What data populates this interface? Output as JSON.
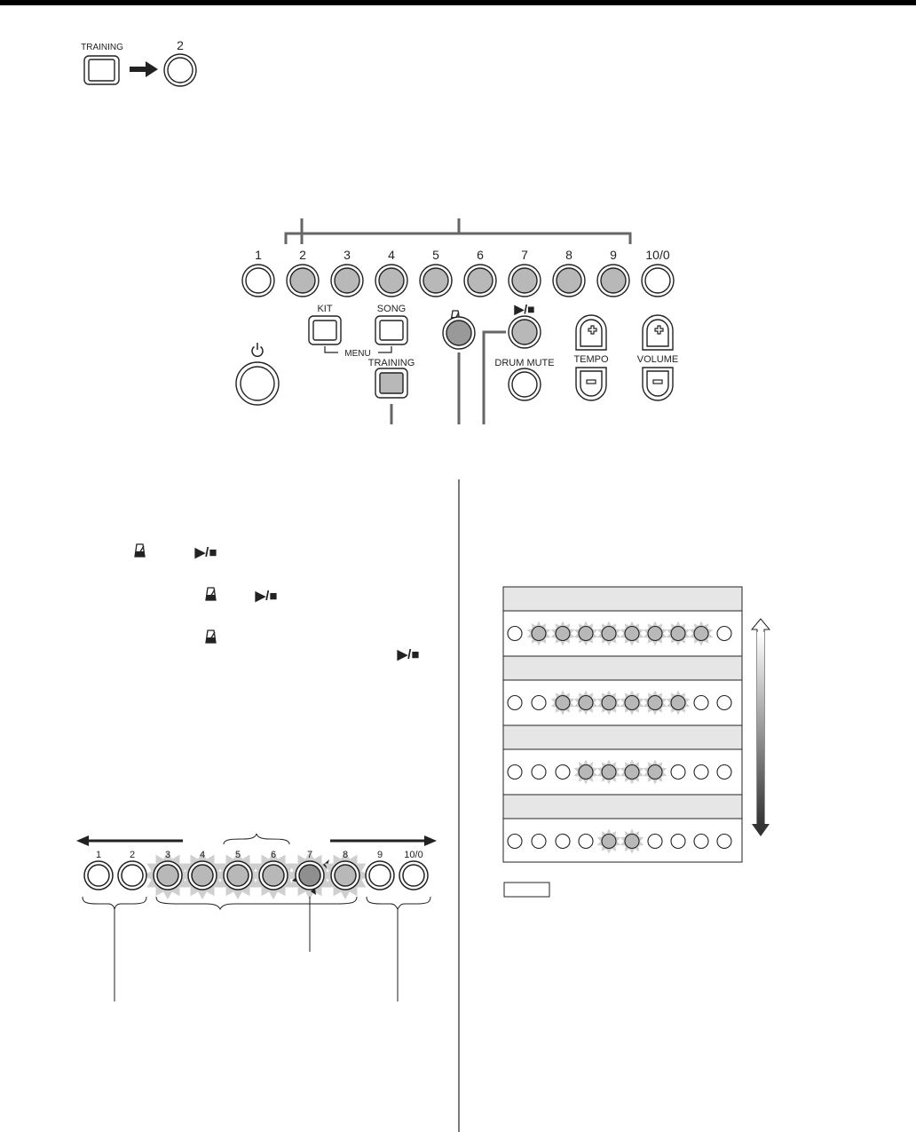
{
  "top_example": {
    "training_label": "TRAINING",
    "target_label": "2"
  },
  "panel": {
    "pad_labels": [
      "1",
      "2",
      "3",
      "4",
      "5",
      "6",
      "7",
      "8",
      "9",
      "10/0"
    ],
    "kit_label": "KIT",
    "song_label": "SONG",
    "menu_label": "MENU",
    "training_label": "TRAINING",
    "play_stop_label": "▶/■",
    "drum_mute_label": "DRUM MUTE",
    "tempo_label": "TEMPO",
    "volume_label": "VOLUME",
    "power_icon": "power-icon",
    "metronome_icon": "metronome-icon",
    "plus_icon": "plus-icon",
    "minus_icon": "minus-icon"
  },
  "inline_glyphs": {
    "play_stop": "▶/■",
    "metronome": "metronome-icon"
  },
  "timing_meter": {
    "pad_labels": [
      "1",
      "2",
      "3",
      "4",
      "5",
      "6",
      "7",
      "8",
      "9",
      "10/0"
    ],
    "lit_pads": [
      3,
      4,
      5,
      6,
      7,
      8
    ],
    "current_pad": 7
  },
  "level_chart": {
    "rows": [
      {
        "lit": [
          2,
          3,
          4,
          5,
          6,
          7,
          8,
          9
        ]
      },
      {
        "lit": [
          3,
          4,
          5,
          6,
          7,
          8
        ]
      },
      {
        "lit": [
          4,
          5,
          6,
          7
        ]
      },
      {
        "lit": [
          5,
          6
        ]
      }
    ]
  },
  "colors": {
    "ink": "#222222",
    "lit_fill": "#b8b8b8",
    "current_fill": "#8f8f8f",
    "header_fill": "#e6e6e6",
    "glow": "#cfcfcf"
  }
}
